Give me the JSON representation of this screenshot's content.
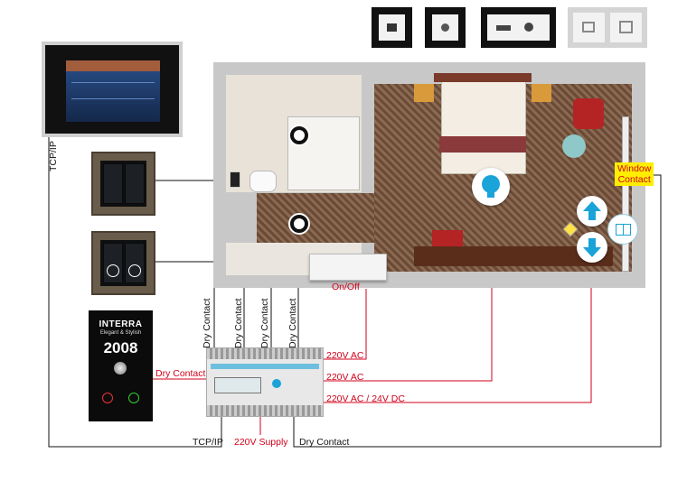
{
  "labels": {
    "tcp_ip_vertical": "TCP/IP",
    "tcp_ip_bottom": "TCP/IP",
    "supply": "220V Supply",
    "dry_contact_bottom": "Dry Contact",
    "dry_contact_left": "Dry Contact",
    "dry_contact_v1": "Dry Contact",
    "dry_contact_v2": "Dry Contact",
    "dry_contact_v3": "Dry Contact",
    "dry_contact_v4": "Dry Contact",
    "ac1": "220V AC",
    "ac2": "220V AC",
    "ac3": "220V AC / 24V DC",
    "on_off": "On/Off",
    "window_contact_line1": "Window",
    "window_contact_line2": "Contact"
  },
  "doorbell_panel": {
    "brand": "INTERRA",
    "tagline": "Elegant & Stylish",
    "room_number": "2008"
  },
  "colors": {
    "wire_red": "#d0021b",
    "wire_black": "#111111",
    "highlight_yellow": "#ffee00",
    "accent_blue": "#1aa3d8"
  }
}
